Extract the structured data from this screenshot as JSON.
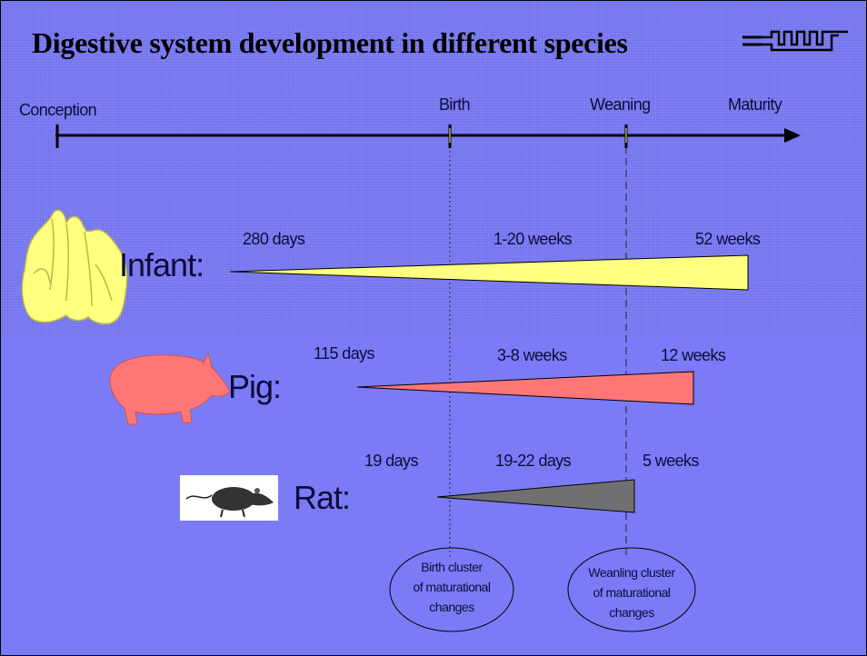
{
  "title": "Digestive system development in different species",
  "logo": {
    "icon": "institution-logo-icon"
  },
  "timeline": {
    "conception": "Conception",
    "birth": "Birth",
    "weaning": "Weaning",
    "maturity": "Maturity"
  },
  "species": [
    {
      "name": "Infant:",
      "icon": "infant-silhouette-icon",
      "color": "#ffff80",
      "gestation": "280 days",
      "weaning": "1-20 weeks",
      "maturity": "52 weeks"
    },
    {
      "name": "Pig:",
      "icon": "pig-silhouette-icon",
      "color": "#ff7777",
      "gestation": "115 days",
      "weaning": "3-8 weeks",
      "maturity": "12 weeks"
    },
    {
      "name": "Rat:",
      "icon": "rat-icon",
      "color": "#707070",
      "gestation": "19 days",
      "weaning": "19-22 days",
      "maturity": "5 weeks"
    }
  ],
  "clusters": {
    "birth": [
      "Birth cluster",
      "of maturational",
      "changes"
    ],
    "weanling": [
      "Weanling cluster",
      "of maturational",
      "changes"
    ]
  }
}
